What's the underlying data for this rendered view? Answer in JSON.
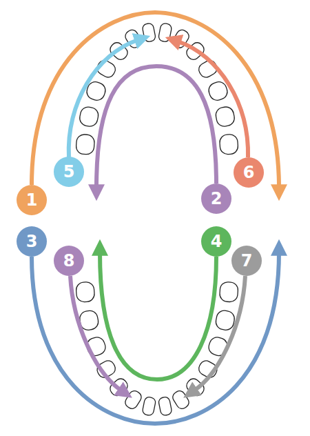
{
  "diagram": {
    "nodes": [
      {
        "text": [
          "5"
        ]
      },
      {
        "text": [
          "6"
        ]
      },
      {
        "text": [
          "1"
        ]
      },
      {
        "text": [
          "2"
        ]
      },
      {
        "text": [
          "3"
        ]
      },
      {
        "text": [
          "4"
        ]
      },
      {
        "text": [
          "8"
        ]
      },
      {
        "text": [
          "7"
        ]
      }
    ]
  }
}
